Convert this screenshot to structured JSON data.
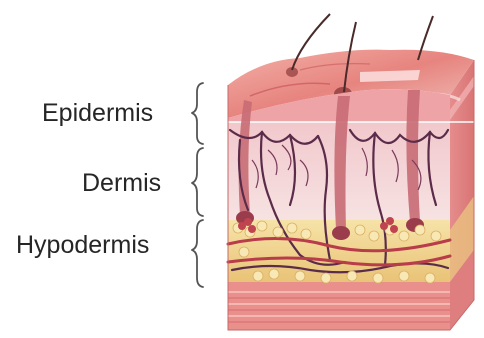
{
  "labels": {
    "epidermis": "Epidermis",
    "dermis": "Dermis",
    "hypodermis": "Hypodermis"
  },
  "colors": {
    "epidermis_pink": "#f0a7ad",
    "dermis_pink": "#f6d7da",
    "fat_yellow": "#f2d993",
    "base_pink": "#e88a8a",
    "vessel_dark": "#5b2c4a",
    "vessel_red": "#b83c4a"
  },
  "icons": {
    "skin_block": "skin-cross-section-illustration"
  }
}
